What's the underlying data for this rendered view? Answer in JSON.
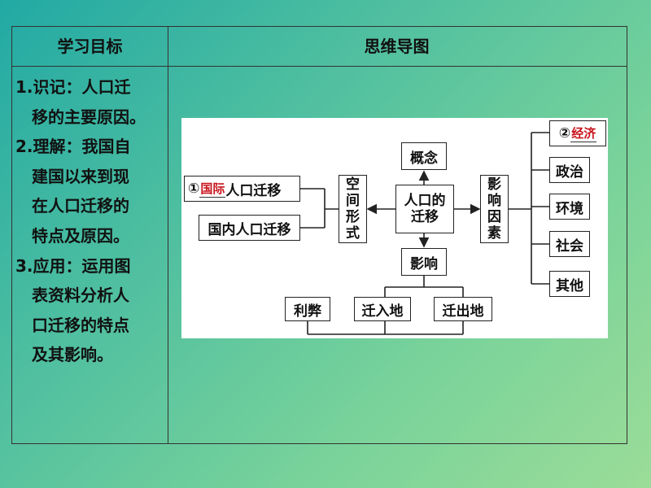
{
  "table": {
    "header_left": "学习目标",
    "header_right": "思维导图"
  },
  "goals": [
    "1.识记：人口迁",
    "移的主要原因。",
    "2.理解：我国自",
    "建国以来到现",
    "在人口迁移的",
    "特点及原因。",
    "3.应用：运用图",
    "表资料分析人",
    "口迁移的特点",
    "及其影响。"
  ],
  "mindmap": {
    "center": [
      "人口的",
      "迁移"
    ],
    "concept": "概念",
    "spatial": [
      "空",
      "间",
      "形",
      "式"
    ],
    "international": {
      "marker": "①",
      "answer": "国际",
      "text": "人口迁移"
    },
    "domestic": "国内人口迁移",
    "factors": [
      "影",
      "响",
      "因",
      "素"
    ],
    "economic": {
      "marker": "②",
      "answer": "经济"
    },
    "politics": "政治",
    "environment": "环境",
    "society": "社会",
    "other": "其他",
    "impact": "影响",
    "pros_cons": "利弊",
    "destination": "迁入地",
    "origin": "迁出地"
  }
}
